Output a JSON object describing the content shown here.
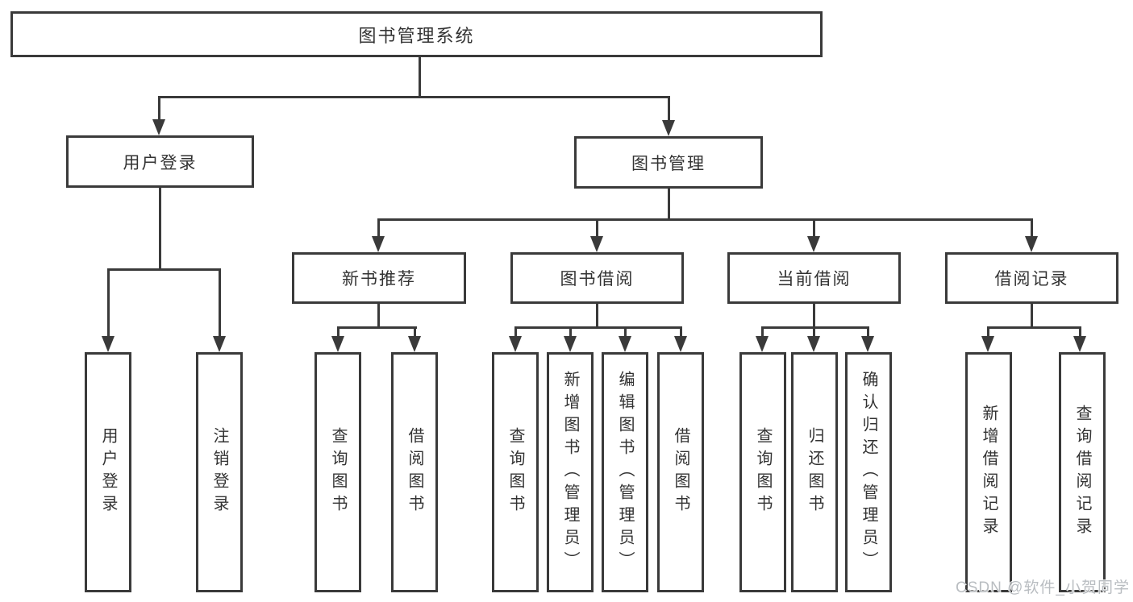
{
  "diagram": {
    "root": {
      "label": "图书管理系统"
    },
    "level2": [
      {
        "label": "用户登录"
      },
      {
        "label": "图书管理"
      }
    ],
    "level3": [
      {
        "label": "新书推荐"
      },
      {
        "label": "图书借阅"
      },
      {
        "label": "当前借阅"
      },
      {
        "label": "借阅记录"
      }
    ],
    "leaves": [
      {
        "label": "用户登录"
      },
      {
        "label": "注销登录"
      },
      {
        "label": "查询图书"
      },
      {
        "label": "借阅图书"
      },
      {
        "label": "查询图书"
      },
      {
        "label": "新增图书（管理员）"
      },
      {
        "label": "编辑图书（管理员）"
      },
      {
        "label": "借阅图书"
      },
      {
        "label": "查询图书"
      },
      {
        "label": "归还图书"
      },
      {
        "label": "确认归还（管理员）"
      },
      {
        "label": "新增借阅记录"
      },
      {
        "label": "查询借阅记录"
      }
    ]
  },
  "watermark": {
    "text": "CSDN @软件_小贺同学"
  },
  "colors": {
    "line": "#3a3a3a",
    "box_border": "#3a3a3a",
    "text": "#333333",
    "watermark_text": "#b9bdc1",
    "background": "#ffffff"
  }
}
